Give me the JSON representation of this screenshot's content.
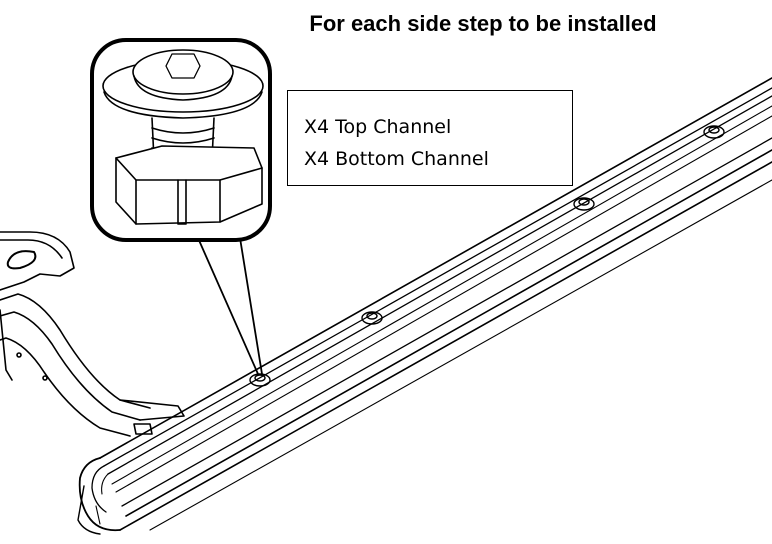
{
  "title": "For each side step to be installed",
  "quantities": [
    "X4 Top Channel",
    "X4 Bottom Channel"
  ],
  "colors": {
    "line": "#000000",
    "background": "#ffffff",
    "callout_border": "#000000"
  },
  "icons": [
    "button-head-hex-socket-bolt-icon",
    "square-nut-icon"
  ]
}
